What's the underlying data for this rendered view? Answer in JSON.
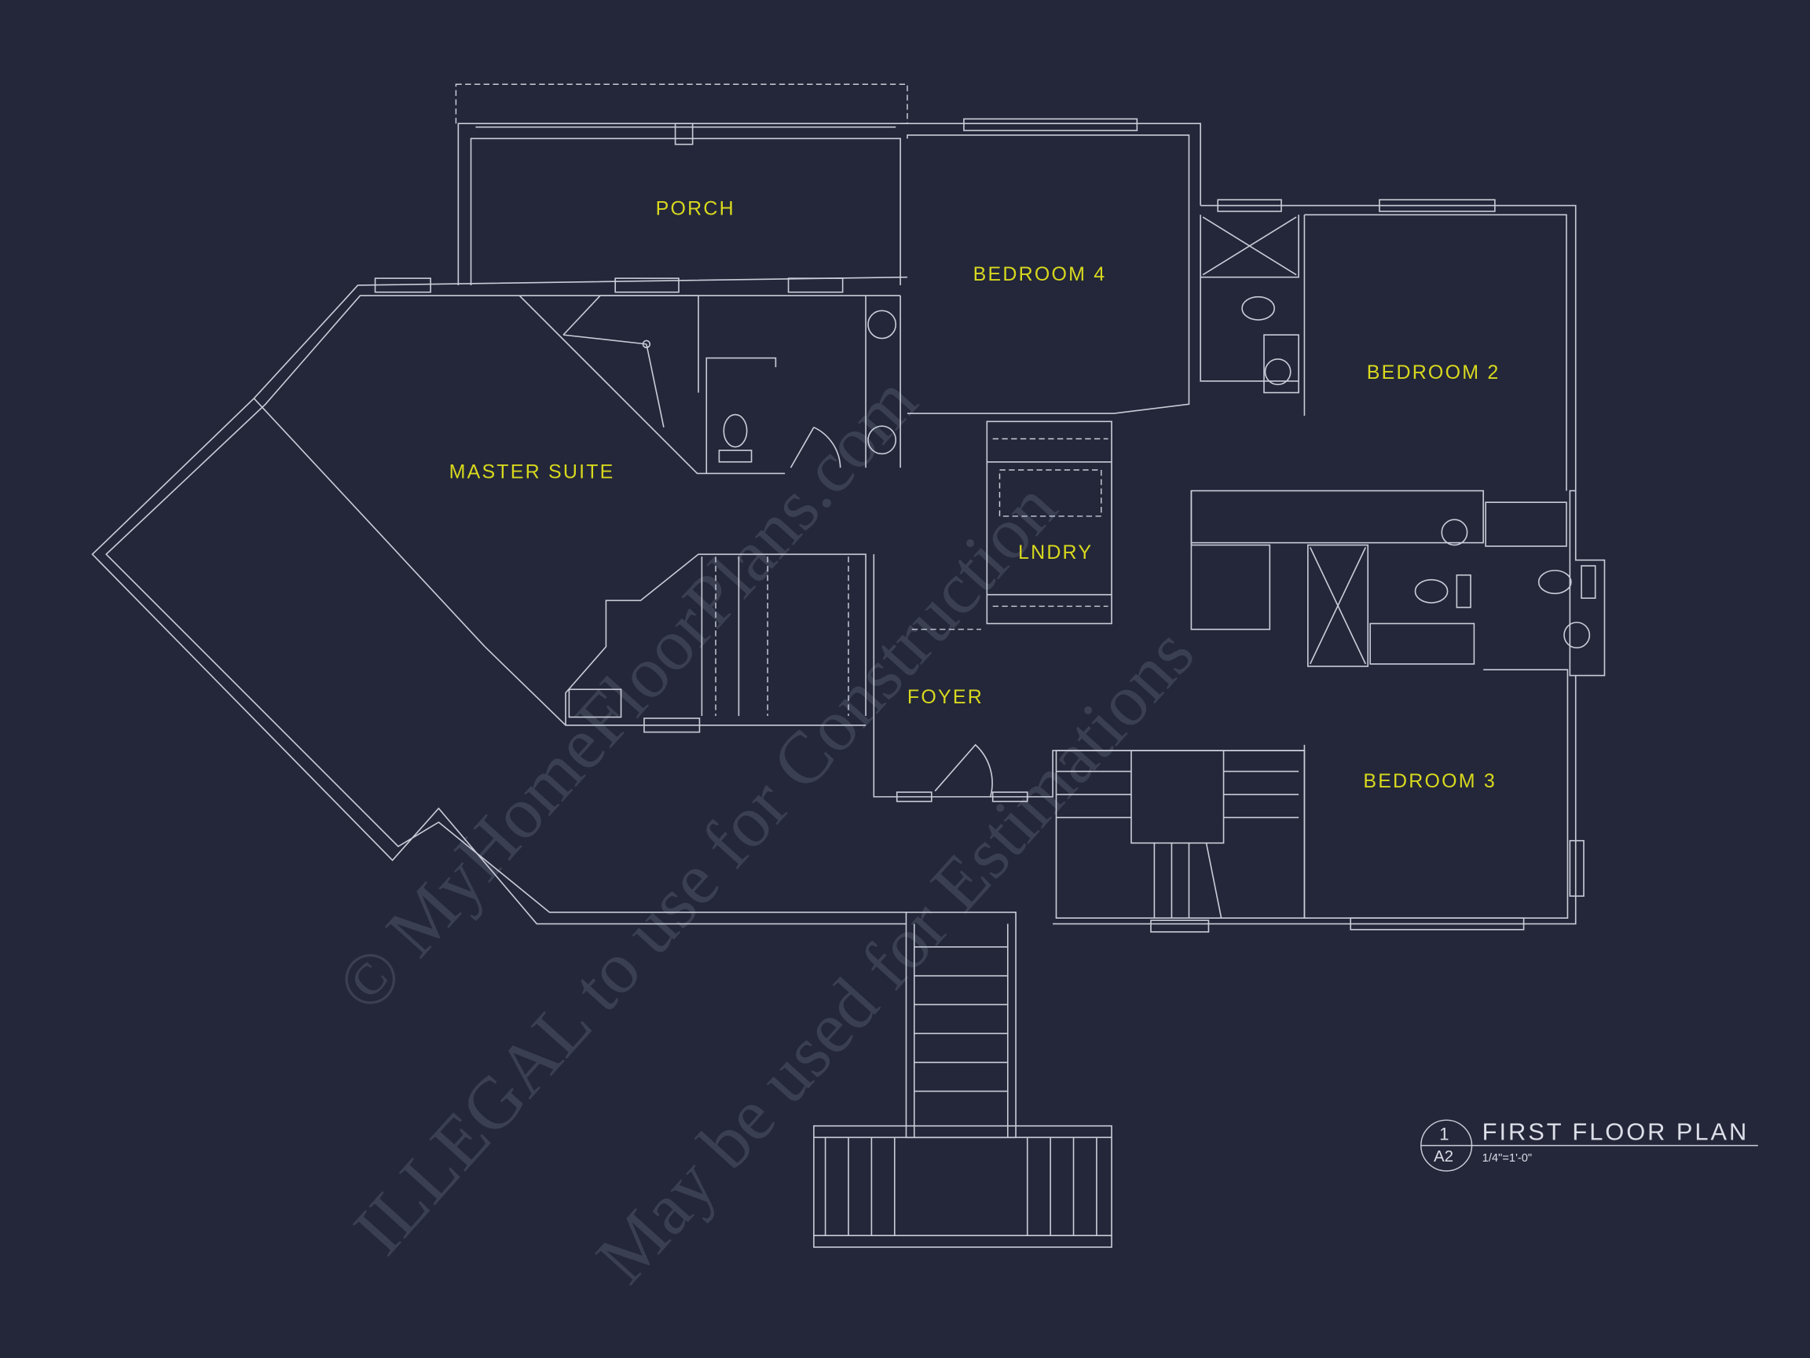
{
  "rooms": {
    "porch": "PORCH",
    "bedroom4": "BEDROOM 4",
    "bedroom2": "BEDROOM 2",
    "master_suite": "MASTER SUITE",
    "laundry": "LNDRY",
    "foyer": "FOYER",
    "bedroom3": "BEDROOM 3"
  },
  "title_block": {
    "detail_number": "1",
    "sheet_number": "A2",
    "title": "FIRST FLOOR PLAN",
    "scale": "1/4\"=1'-0\""
  },
  "watermark": {
    "line1": "© MyHomeFloorPlans.com",
    "line2": "ILLEGAL to use for Construction",
    "line3": "May be used for Estimations"
  },
  "colors": {
    "background": "#232739",
    "lines": "#c9ccd8",
    "room_labels": "#d8d81e"
  }
}
